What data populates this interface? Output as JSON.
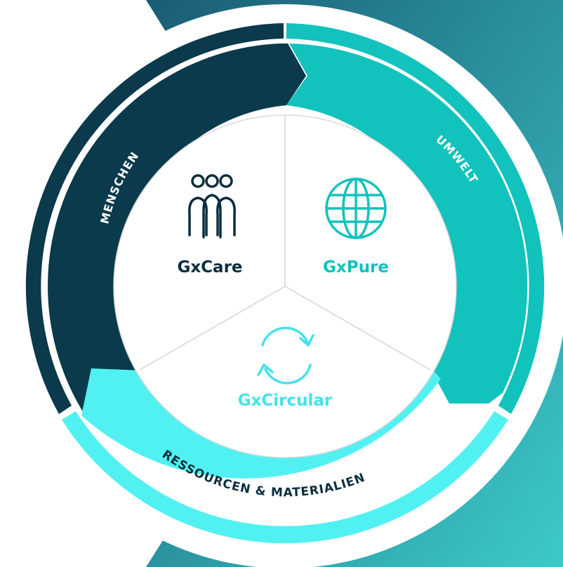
{
  "segments": {
    "care": {
      "title": "GxCare",
      "icon": "people-group-icon"
    },
    "pure": {
      "title": "GxPure",
      "icon": "globe-icon"
    },
    "circular": {
      "title": "GxCircular",
      "icon": "recycle-arrows-icon"
    }
  },
  "ring": {
    "people": "MENSCHEN",
    "environment": "UMWELT",
    "resources": "RESSOURCEN & MATERIALIEN"
  },
  "colors": {
    "navy": "#0a3a4b",
    "teal": "#12c2bc",
    "cyan": "#52f1f1",
    "text_dark": "#0b2e3d",
    "text_teal": "#12c2bc",
    "text_cyan": "#44e2ea",
    "background_gradient": [
      "#1a5c75",
      "#3cc9c9"
    ]
  }
}
